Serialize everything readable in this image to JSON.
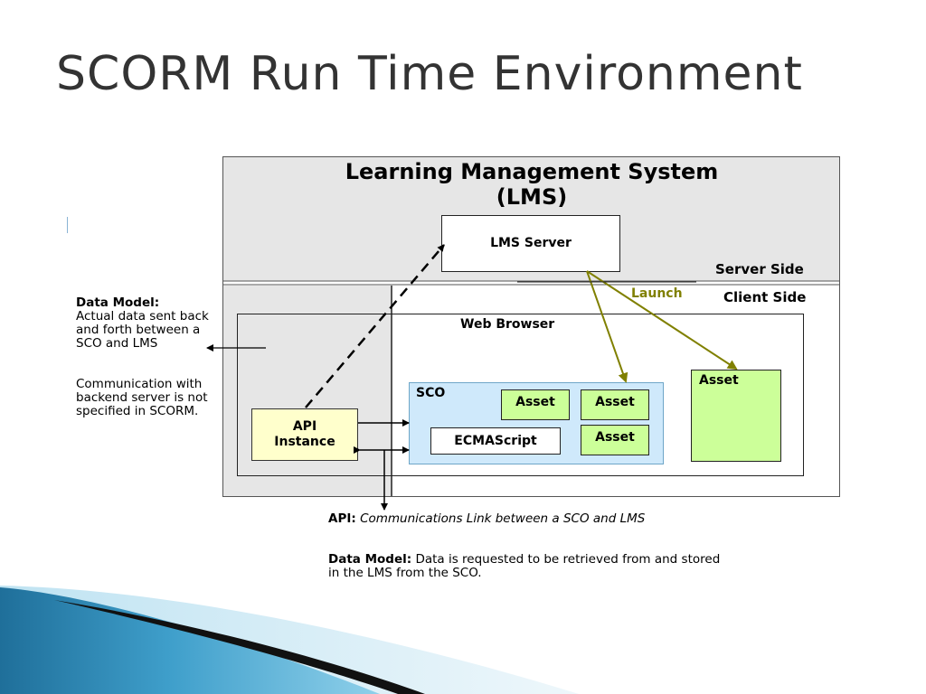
{
  "slide": {
    "title": "SCORM Run Time Environment"
  },
  "diagram": {
    "lms_title_line1": "Learning Management System",
    "lms_title_line2": "(LMS)",
    "lms_server": "LMS Server",
    "server_side": "Server Side",
    "client_side": "Client Side",
    "launch": "Launch",
    "web_browser": "Web Browser",
    "sco": "SCO",
    "asset": "Asset",
    "ecmascript": "ECMAScript",
    "api_instance_line1": "API",
    "api_instance_line2": "Instance"
  },
  "left_notes": {
    "data_model_label": "Data Model:",
    "data_model_text": "Actual data sent back and forth between a SCO and LMS",
    "communication_text": "Communication with backend server is not specified in SCORM."
  },
  "bottom_notes": {
    "api_label": "API:",
    "api_text": "Communications Link between a SCO and LMS",
    "data_model_label": "Data Model:",
    "data_model_text": "Data is requested to be retrieved from and stored in the LMS from the SCO."
  },
  "colors": {
    "server_bg": "#e6e6e6",
    "sco_bg": "#cfe9fb",
    "asset_bg": "#ccff99",
    "api_bg": "#ffffcc",
    "launch_color": "#808000"
  }
}
